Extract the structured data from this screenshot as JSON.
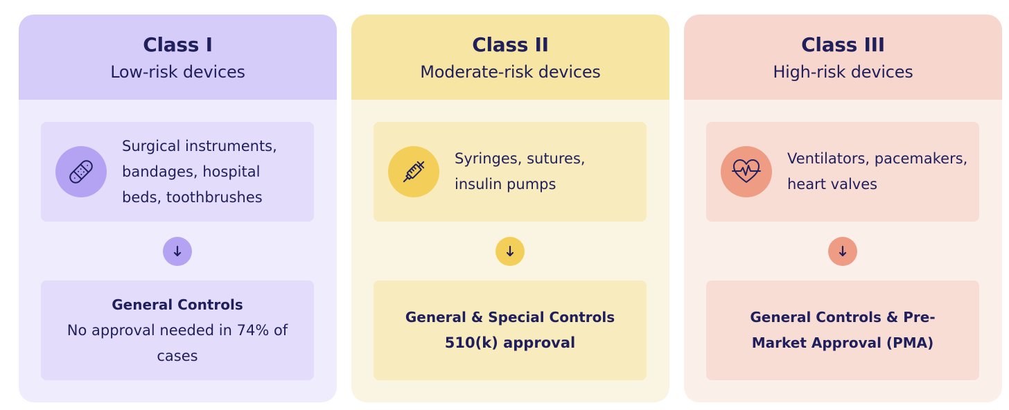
{
  "classes": [
    {
      "title": "Class I",
      "subtitle": "Low-risk devices",
      "icon": "bandage-icon",
      "examples": "Surgical instruments, bandages,  hospital beds, toothbrushes",
      "controls_title": "General Controls",
      "controls_desc": "No approval needed in 74% of cases",
      "colors": {
        "head": "#d6ccfa",
        "body": "#efedfd",
        "box": "#e3dcfb",
        "accent": "#b4a3f3"
      }
    },
    {
      "title": "Class II",
      "subtitle": "Moderate-risk devices",
      "icon": "syringe-icon",
      "examples": "Syringes, sutures, insulin pumps",
      "controls_title": "General & Special Controls",
      "controls_desc": "510(k) approval",
      "colors": {
        "head": "#f7e5a4",
        "body": "#faf5e2",
        "box": "#f8ebbd",
        "accent": "#f3cf5a"
      }
    },
    {
      "title": "Class III",
      "subtitle": "High-risk devices",
      "icon": "heart-pulse-icon",
      "examples": "Ventilators, pacemakers, heart valves",
      "controls_title": "General Controls & Pre-Market Approval (PMA)",
      "controls_desc": "",
      "colors": {
        "head": "#f7d6cd",
        "body": "#fbefea",
        "box": "#f8ddd5",
        "accent": "#ef9c85"
      }
    }
  ],
  "text_color": "#1f1f5c"
}
